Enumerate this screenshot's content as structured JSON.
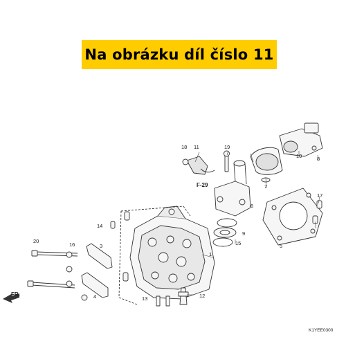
{
  "banner": {
    "text": "Na obrázku díl číslo 11",
    "color": "#ffcc00"
  },
  "diagram": {
    "part_labels": [
      "1",
      "3",
      "4",
      "5",
      "6",
      "7",
      "8",
      "9",
      "10",
      "11",
      "12",
      "13",
      "14",
      "15",
      "16",
      "17",
      "18",
      "19",
      "20"
    ],
    "reference_label": "F-29",
    "front_label": "FR.",
    "code": "K1YEE0300"
  },
  "colors": {
    "line": "#333333",
    "part_fill": "#f6f6f6",
    "shade": "#cfcfcf"
  }
}
